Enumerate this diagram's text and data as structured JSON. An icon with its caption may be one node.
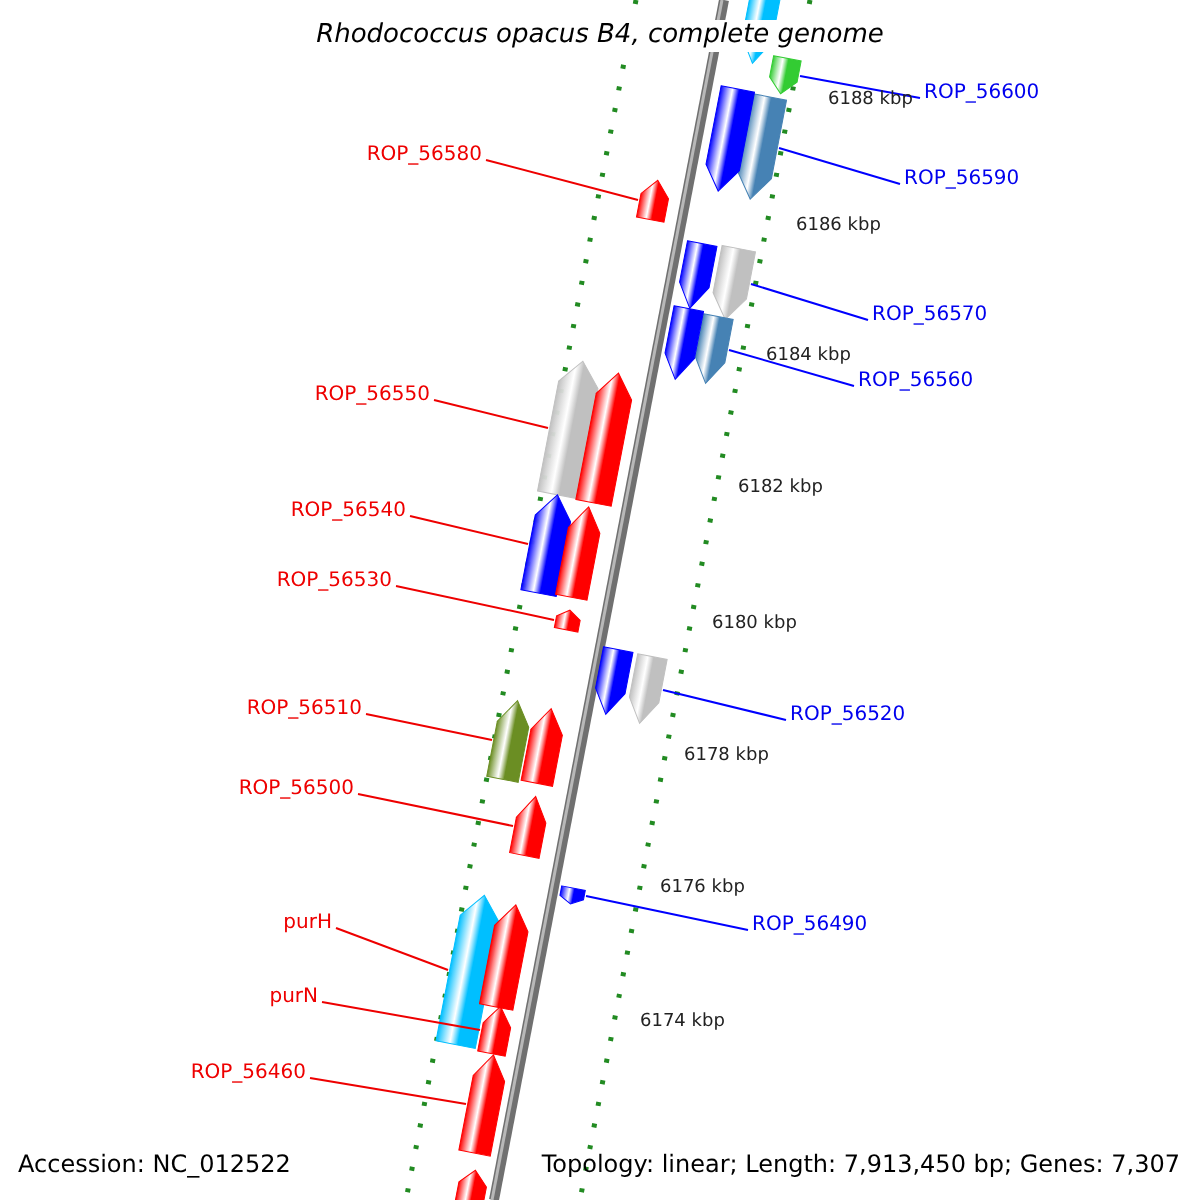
{
  "diagram": {
    "title": "Rhodococcus opacus B4, complete genome",
    "nodes": [
      {
        "text": [
          "ROP_56600"
        ]
      },
      {
        "text": [],
        "shape": "arrow"
      },
      {
        "text": [
          "ROP_56580"
        ]
      },
      {
        "text": [],
        "shape": "arrow"
      },
      {
        "text": [
          "ROP_56590"
        ]
      },
      {
        "text": [],
        "shape": "arrow"
      },
      {
        "text": [
          "ROP_56570"
        ]
      },
      {
        "text": [],
        "shape": "arrow"
      },
      {
        "text": [
          "ROP_56560"
        ]
      },
      {
        "text": [],
        "shape": "arrow"
      },
      {
        "text": [
          "ROP_56550"
        ]
      },
      {
        "text": [],
        "shape": "arrow"
      },
      {
        "text": [
          "ROP_56540"
        ]
      },
      {
        "text": [],
        "shape": "arrow"
      },
      {
        "text": [
          "ROP_56530"
        ]
      },
      {
        "text": [],
        "shape": "arrow"
      },
      {
        "text": [
          "ROP_56510"
        ]
      },
      {
        "text": [],
        "shape": "arrow"
      },
      {
        "text": [
          "ROP_56520"
        ]
      },
      {
        "text": [],
        "shape": "arrow"
      },
      {
        "text": [
          "ROP_56500"
        ]
      },
      {
        "text": [],
        "shape": "arrow"
      },
      {
        "text": [
          "ROP_56490"
        ]
      },
      {
        "text": [],
        "shape": "arrow"
      },
      {
        "text": [
          "purH"
        ]
      },
      {
        "text": [],
        "shape": "arrow"
      },
      {
        "text": [
          "purN"
        ]
      },
      {
        "text": [],
        "shape": "arrow"
      },
      {
        "text": [
          "ROP_56460"
        ]
      },
      {
        "text": [],
        "shape": "arrow"
      },
      {
        "text": [],
        "shape": "arrow"
      },
      {
        "text": [],
        "shape": "arrow"
      },
      {
        "text": [],
        "shape": "arrow"
      },
      {
        "text": [],
        "shape": "arrow"
      },
      {
        "text": [],
        "shape": "arrow"
      },
      {
        "text": [],
        "shape": "arrow"
      },
      {
        "text": [],
        "shape": "arrow"
      },
      {
        "text": [],
        "shape": "arrow"
      },
      {
        "text": [],
        "shape": "arrow"
      },
      {
        "text": [],
        "shape": "arrow"
      }
    ],
    "edges": [
      {
        "from": 0,
        "to": 1,
        "arrow": "none",
        "color": "#0000ff"
      },
      {
        "from": 2,
        "to": 3,
        "arrow": "none"
      },
      {
        "from": 4,
        "to": 5,
        "arrow": "none",
        "color": "#0000ff"
      },
      {
        "from": 6,
        "to": 7,
        "arrow": "none",
        "color": "#0000ff"
      },
      {
        "from": 8,
        "to": 9,
        "arrow": "none",
        "color": "#0000ff"
      },
      {
        "from": 10,
        "to": 11,
        "arrow": "none"
      },
      {
        "from": 12,
        "to": 13,
        "arrow": "none"
      },
      {
        "from": 14,
        "to": 15,
        "arrow": "none"
      },
      {
        "from": 16,
        "to": 17,
        "arrow": "none"
      },
      {
        "from": 18,
        "to": 19,
        "arrow": "none",
        "color": "#0000ff"
      },
      {
        "from": 20,
        "to": 21,
        "arrow": "none"
      },
      {
        "from": 22,
        "to": 23,
        "arrow": "none",
        "color": "#0000ff"
      },
      {
        "from": 24,
        "to": 25,
        "arrow": "none"
      },
      {
        "from": 26,
        "to": 27,
        "arrow": "none"
      },
      {
        "from": 28,
        "to": 29,
        "arrow": "none"
      }
    ],
    "labels": [
      "6188 kbp",
      "6186 kbp",
      "6184 kbp",
      "6182 kbp",
      "6180 kbp",
      "6178 kbp",
      "6176 kbp",
      "6174 kbp",
      "Accession: NC_012522",
      "Topology: linear; Length: 7,913,450 bp; Genes: 7,307"
    ]
  }
}
